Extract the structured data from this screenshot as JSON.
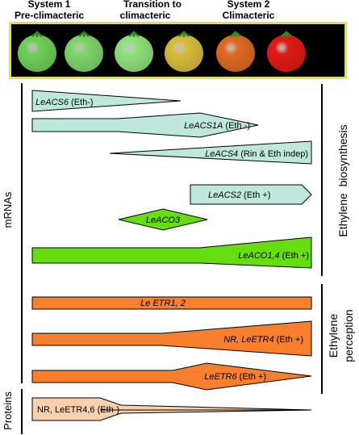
{
  "stages": [
    {
      "title": "System 1",
      "subtitle": "Pre-climacteric"
    },
    {
      "title": "Transition to",
      "subtitle": "climacteric"
    },
    {
      "title": "System 2",
      "subtitle": "Climacteric"
    }
  ],
  "fruit_photo": {
    "frame_color": "#e8e03c",
    "background_color": "#000000",
    "tomato_colors": [
      "#6fcf5a",
      "#7fd66a",
      "#8fe27e",
      "#d7bd3c",
      "#e06a24",
      "#e01c14"
    ]
  },
  "side_labels": {
    "mrnas": "mRNAs",
    "proteins": "Proteins",
    "biosynthesis": "Ethylene  biosynthesis",
    "perception_line1": "Ethylene",
    "perception_line2": "perception"
  },
  "colors": {
    "biosynthesis_light": "#bfe8dc",
    "biosynthesis_green": "#66dd11",
    "perception_orange": "#f77f2d",
    "protein_fill": "#f9d0ae",
    "outline": "#000000"
  },
  "bars": [
    {
      "gene": "LeACS6",
      "note": " (Eth-)",
      "italic_gene": true,
      "color": "biosynthesis_light"
    },
    {
      "gene": "LeACS1A",
      "note": " (Eth -)",
      "italic_gene": true,
      "color": "biosynthesis_light"
    },
    {
      "gene": "LeACS4",
      "note": " (Rin & Eth indep)",
      "italic_gene": true,
      "color": "biosynthesis_light"
    },
    {
      "gene": "LeACS2",
      "note": " (Eth +)",
      "italic_gene": true,
      "color": "biosynthesis_light"
    },
    {
      "gene": "LeACO3",
      "note": "",
      "italic_gene": true,
      "color": "biosynthesis_green"
    },
    {
      "gene": "LeACO1,4",
      "note": " (Eth +)",
      "italic_gene": true,
      "color": "biosynthesis_green"
    },
    {
      "gene": "Le ETR1, 2",
      "note": "",
      "italic_gene": true,
      "color": "perception_orange"
    },
    {
      "gene": "NR, LeETR4",
      "note": " (Eth +)",
      "italic_gene": true,
      "color": "perception_orange"
    },
    {
      "gene": "LeETR6",
      "note": " (Eth +)",
      "italic_gene": true,
      "color": "perception_orange"
    },
    {
      "gene": "NR, LeETR4,6 (Eth-)",
      "note": "",
      "italic_gene": false,
      "color": "protein_fill"
    }
  ]
}
